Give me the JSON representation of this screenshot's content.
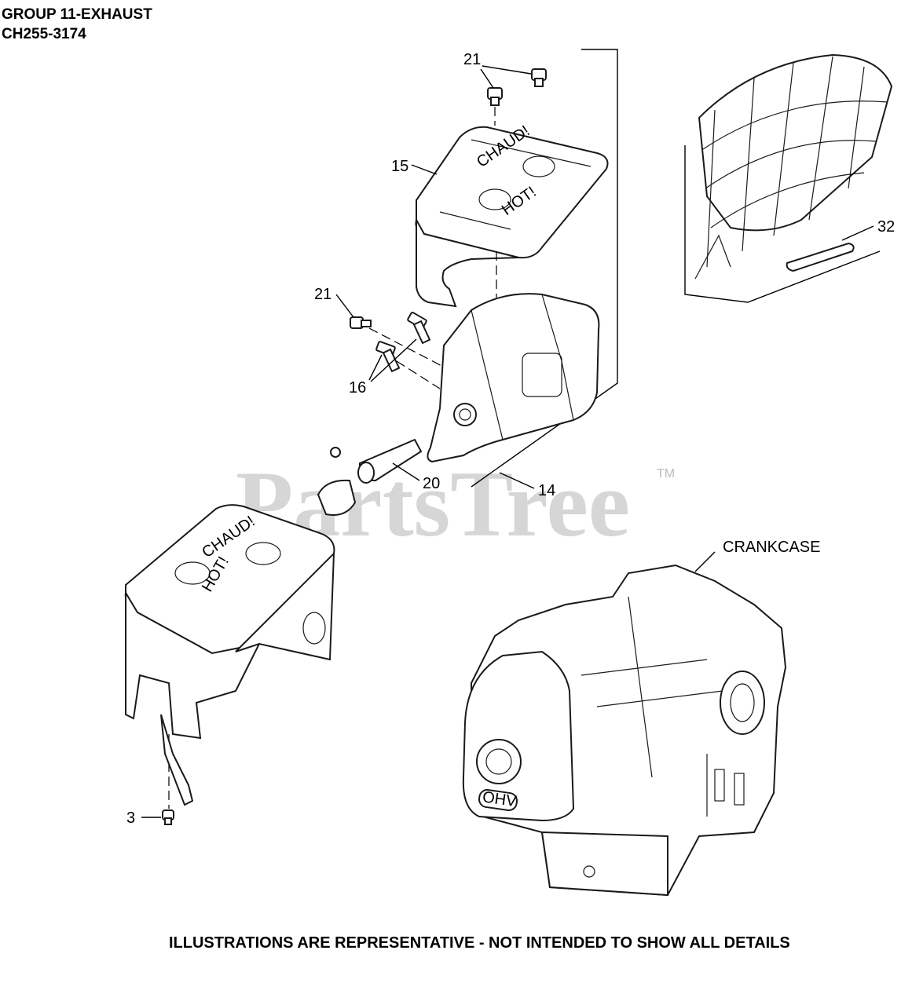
{
  "header": {
    "group": "GROUP 11-EXHAUST",
    "model": "CH255-3174"
  },
  "footer": {
    "note": "ILLUSTRATIONS ARE REPRESENTATIVE - NOT INTENDED TO SHOW ALL DETAILS"
  },
  "watermark": {
    "text": "PartsTree",
    "tm": "TM"
  },
  "callouts": {
    "c21_top": "21",
    "c15": "15",
    "c32": "32",
    "c21_mid": "21",
    "c16": "16",
    "c20": "20",
    "c14": "14",
    "c3": "3",
    "crankcase": "CRANKCASE"
  },
  "stamps": {
    "chaudi": "CHAUD!",
    "hot": "HOT!",
    "ohv": "OHV"
  }
}
